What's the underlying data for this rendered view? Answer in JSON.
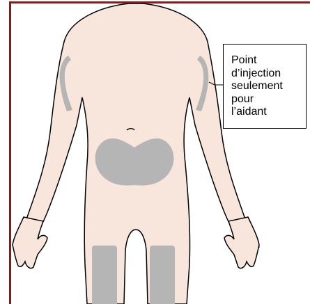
{
  "colors": {
    "frame": "#8b1a1a",
    "skin": "#f8e6dc",
    "outline": "#000000",
    "injection_zone": "#b5b5b5",
    "callout_border": "#000000"
  },
  "callout": {
    "text": "Point\nd’injection\nseulement\npour\nl’aidant"
  },
  "injection_sites": [
    "upper-arm-left",
    "upper-arm-right",
    "abdomen",
    "thigh-left",
    "thigh-right"
  ]
}
